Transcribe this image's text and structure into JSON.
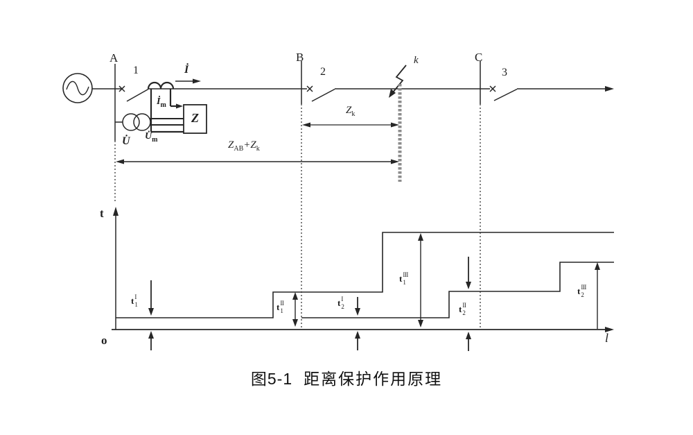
{
  "figure": {
    "caption_number": "图5-1",
    "caption_title": "距离保护作用原理"
  },
  "colors": {
    "ink": "#262626",
    "fault_hatch": "#8c8c8c",
    "background": "#ffffff"
  },
  "schematic": {
    "bus_a": "A",
    "bus_b": "B",
    "bus_c": "C",
    "breaker_1": "1",
    "breaker_2": "2",
    "breaker_3": "3",
    "fault_point": "k",
    "line_current": "İ",
    "ct_secondary": {
      "main": "İ",
      "sub": "m"
    },
    "bus_voltage": "U̇",
    "pt_secondary": {
      "main": "U̇",
      "sub": "m"
    },
    "relay": "Z",
    "fault_impedance": {
      "main": "Z",
      "sub": "k"
    },
    "total_impedance": {
      "z1": "Z",
      "z1_sub": "AB",
      "plus": "+",
      "z2": "Z",
      "z2_sub": "k"
    }
  },
  "graph": {
    "axis": {
      "y_label": "t",
      "x_label": "l",
      "origin": "o"
    },
    "time_labels": [
      {
        "main": "t",
        "sup": "I",
        "sub": "1"
      },
      {
        "main": "t",
        "sup": "II",
        "sub": "1"
      },
      {
        "main": "t",
        "sup": "III",
        "sub": "1"
      },
      {
        "main": "t",
        "sup": "I",
        "sub": "2"
      },
      {
        "main": "t",
        "sup": "II",
        "sub": "2"
      },
      {
        "main": "t",
        "sup": "III",
        "sub": "2"
      }
    ]
  }
}
